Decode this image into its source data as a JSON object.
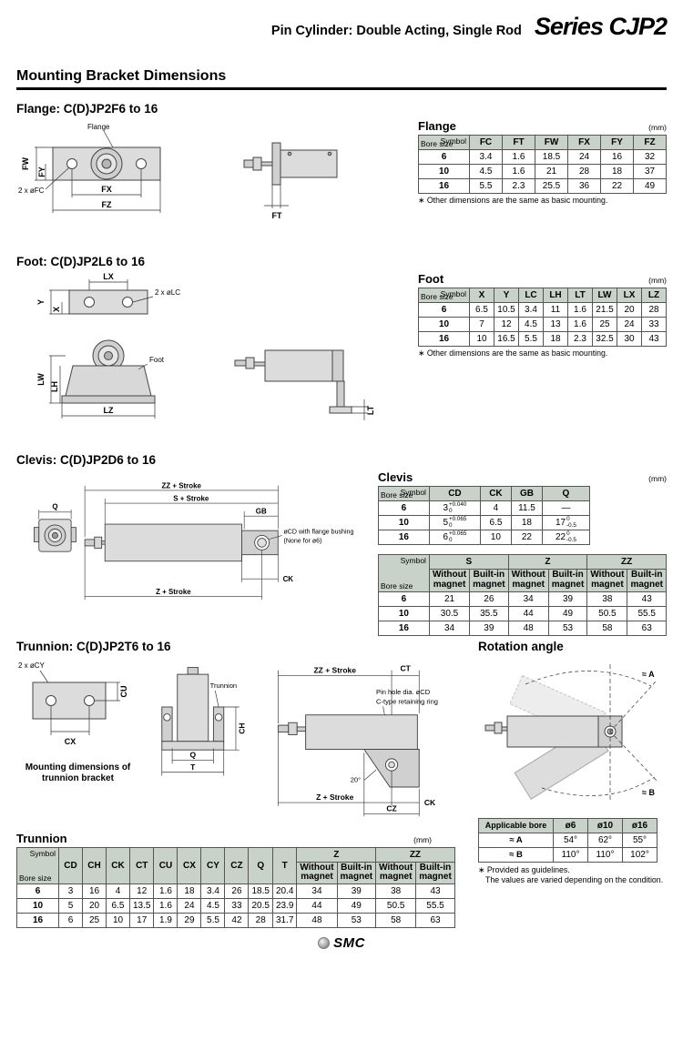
{
  "header": {
    "subtitle": "Pin Cylinder: Double Acting, Single Rod",
    "series": "Series CJP2"
  },
  "section": {
    "title": "Mounting Bracket Dimensions"
  },
  "flange": {
    "heading": "Flange: C(D)JP2F6 to 16",
    "labels": {
      "flange": "Flange",
      "fw": "FW",
      "fy": "FY",
      "fc": "2 x øFC",
      "fx": "FX",
      "fz": "FZ",
      "ft": "FT"
    },
    "table": {
      "title": "Flange",
      "unit": "(mm)",
      "corner_top": "Symbol",
      "corner_bottom": "Bore size",
      "columns": [
        "FC",
        "FT",
        "FW",
        "FX",
        "FY",
        "FZ"
      ],
      "rows": [
        [
          "6",
          "3.4",
          "1.6",
          "18.5",
          "24",
          "16",
          "32"
        ],
        [
          "10",
          "4.5",
          "1.6",
          "21",
          "28",
          "18",
          "37"
        ],
        [
          "16",
          "5.5",
          "2.3",
          "25.5",
          "36",
          "22",
          "49"
        ]
      ],
      "note": "∗ Other dimensions are the same as basic mounting."
    }
  },
  "foot": {
    "heading": "Foot: C(D)JP2L6 to 16",
    "labels": {
      "lx": "LX",
      "lc": "2 x øLC",
      "y": "Y",
      "x": "X",
      "lw": "LW",
      "lh": "LH",
      "foot": "Foot",
      "lz": "LZ",
      "lt": "LT"
    },
    "table": {
      "title": "Foot",
      "unit": "(mm)",
      "corner_top": "Symbol",
      "corner_bottom": "Bore size",
      "columns": [
        "X",
        "Y",
        "LC",
        "LH",
        "LT",
        "LW",
        "LX",
        "LZ"
      ],
      "rows": [
        [
          "6",
          "6.5",
          "10.5",
          "3.4",
          "11",
          "1.6",
          "21.5",
          "20",
          "28"
        ],
        [
          "10",
          "7",
          "12",
          "4.5",
          "13",
          "1.6",
          "25",
          "24",
          "33"
        ],
        [
          "16",
          "10",
          "16.5",
          "5.5",
          "18",
          "2.3",
          "32.5",
          "30",
          "43"
        ]
      ],
      "note": "∗ Other dimensions are the same as basic mounting."
    }
  },
  "clevis": {
    "heading": "Clevis: C(D)JP2D6 to 16",
    "labels": {
      "q": "Q",
      "zz": "ZZ + Stroke",
      "s": "S + Stroke",
      "gb": "GB",
      "cd_callout": "øCD with flange bushing",
      "cd_note": "(None for ø6)",
      "z": "Z + Stroke",
      "ck": "CK"
    },
    "table1": {
      "title": "Clevis",
      "unit": "(mm)",
      "corner_top": "Symbol",
      "corner_bottom": "Bore size",
      "columns": [
        "CD",
        "CK",
        "GB",
        "Q"
      ],
      "rows": [
        {
          "bore": "6",
          "cd": "3",
          "cd_sup": "+0.040",
          "cd_sub": "0",
          "ck": "4",
          "gb": "11.5",
          "q": "—"
        },
        {
          "bore": "10",
          "cd": "5",
          "cd_sup": "+0.065",
          "cd_sub": "0",
          "ck": "6.5",
          "gb": "18",
          "q": "17",
          "q_sup": "0",
          "q_sub": "-0.5"
        },
        {
          "bore": "16",
          "cd": "6",
          "cd_sup": "+0.065",
          "cd_sub": "0",
          "ck": "10",
          "gb": "22",
          "q": "22",
          "q_sup": "0",
          "q_sub": "-0.5"
        }
      ]
    },
    "table2": {
      "corner_top": "Symbol",
      "corner_bottom": "Bore size",
      "groups": [
        "S",
        "Z",
        "ZZ"
      ],
      "sub_without": "Without magnet",
      "sub_builtin": "Built-in magnet",
      "rows": [
        [
          "6",
          "21",
          "26",
          "34",
          "39",
          "38",
          "43"
        ],
        [
          "10",
          "30.5",
          "35.5",
          "44",
          "49",
          "50.5",
          "55.5"
        ],
        [
          "16",
          "34",
          "39",
          "48",
          "53",
          "58",
          "63"
        ]
      ]
    }
  },
  "trunnion": {
    "heading": "Trunnion: C(D)JP2T6 to 16",
    "labels": {
      "cy": "2 x øCY",
      "cu": "CU",
      "cx": "CX",
      "caption1": "Mounting dimensions of",
      "caption2": "trunnion bracket",
      "trunnion": "Trunnion",
      "ch": "CH",
      "q": "Q",
      "t": "T",
      "zz": "ZZ + Stroke",
      "ct": "CT",
      "pin": "Pin hole dia. øCD",
      "ring": "C-type retaining ring",
      "angle": "20°",
      "z": "Z + Stroke",
      "ck": "CK",
      "cz": "CZ"
    },
    "table": {
      "title": "Trunnion",
      "unit": "(mm)",
      "corner_top": "Symbol",
      "corner_bottom": "Bore size",
      "columns": [
        "CD",
        "CH",
        "CK",
        "CT",
        "CU",
        "CX",
        "CY",
        "CZ",
        "Q",
        "T"
      ],
      "groups": [
        "Z",
        "ZZ"
      ],
      "sub_without": "Without magnet",
      "sub_builtin": "Built-in magnet",
      "rows": [
        [
          "6",
          "3",
          "16",
          "4",
          "12",
          "1.6",
          "18",
          "3.4",
          "26",
          "18.5",
          "20.4",
          "34",
          "39",
          "38",
          "43"
        ],
        [
          "10",
          "5",
          "20",
          "6.5",
          "13.5",
          "1.6",
          "24",
          "4.5",
          "33",
          "20.5",
          "23.9",
          "44",
          "49",
          "50.5",
          "55.5"
        ],
        [
          "16",
          "6",
          "25",
          "10",
          "17",
          "1.9",
          "29",
          "5.5",
          "42",
          "28",
          "31.7",
          "48",
          "53",
          "58",
          "63"
        ]
      ]
    }
  },
  "rotation": {
    "heading": "Rotation angle",
    "labels": {
      "a": "≈ A",
      "b": "≈ B"
    },
    "table": {
      "corner": "Applicable bore",
      "columns": [
        "ø6",
        "ø10",
        "ø16"
      ],
      "rows": [
        [
          "≈ A",
          "54°",
          "62°",
          "55°"
        ],
        [
          "≈ B",
          "110°",
          "110°",
          "102°"
        ]
      ],
      "note1": "∗ Provided as guidelines.",
      "note2": "The values are varied depending on the condition."
    }
  },
  "footer": {
    "logo": "SMC"
  }
}
